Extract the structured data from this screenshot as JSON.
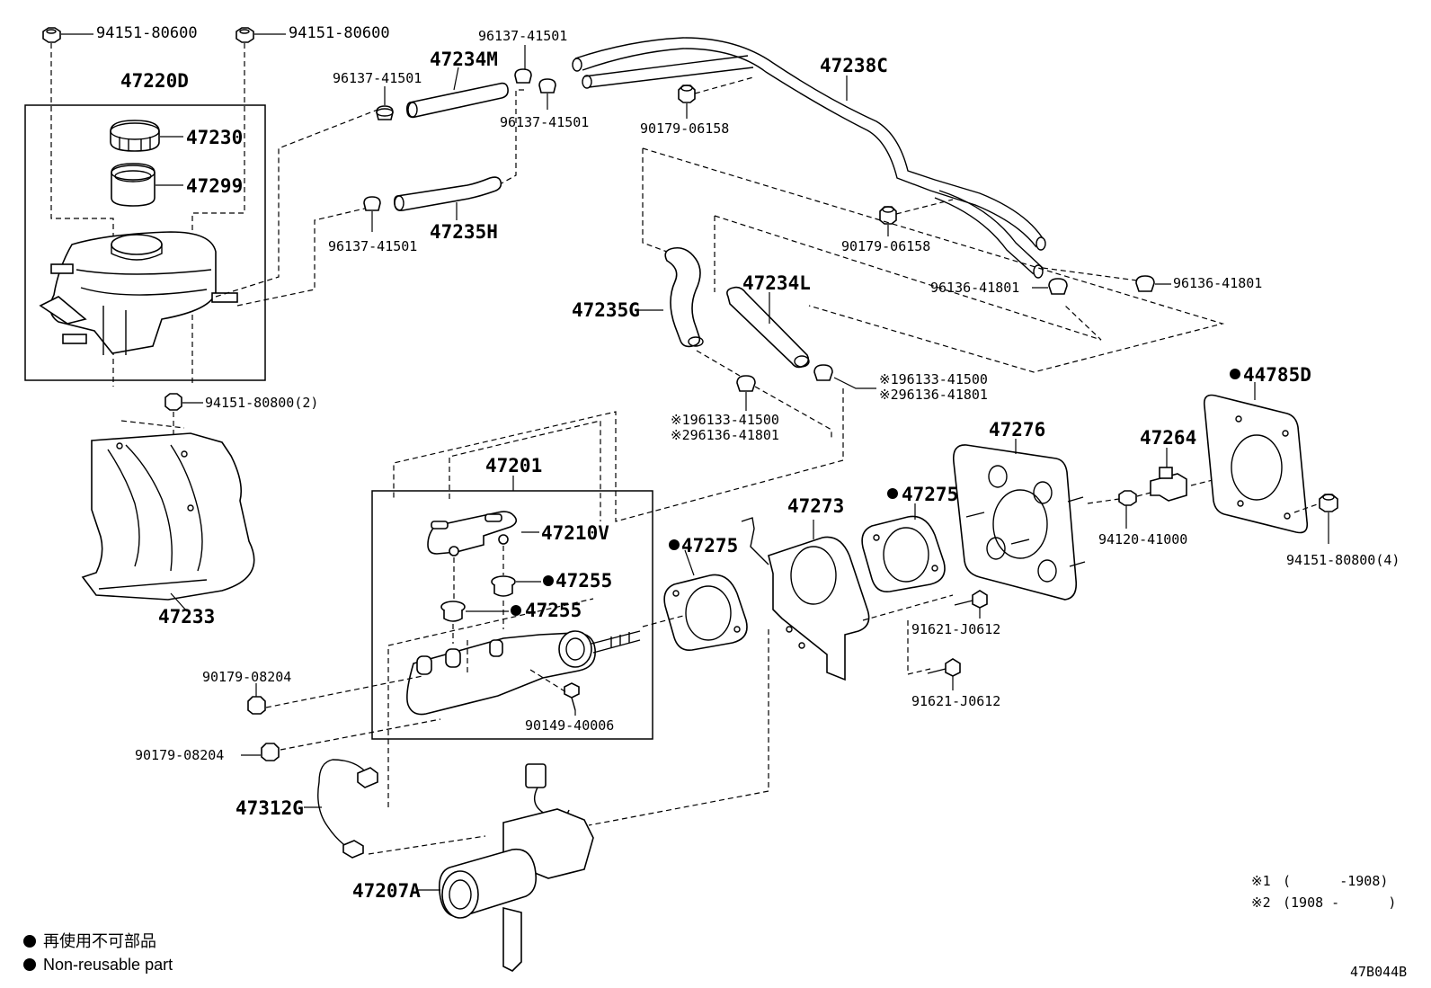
{
  "diagram_code": "47B044B",
  "callouts": {
    "nut_94151_80600_a": "94151-80600",
    "nut_94151_80600_b": "94151-80600",
    "reservoir_assy": "47220D",
    "reservoir_cap": "47230",
    "strainer": "47299",
    "clip_96137_a": "96137-41501",
    "hose_47234M": "47234M",
    "clip_96137_b": "96137-41501",
    "clip_96137_c": "96137-41501",
    "clip_96137_d": "96137-41501",
    "hose_47235H": "47235H",
    "tube_47238C": "47238C",
    "grommet_90179_06158_a": "90179-06158",
    "grommet_90179_06158_b": "90179-06158",
    "clip_96136_41801_a": "96136-41801",
    "clip_96136_41801_b": "96136-41801",
    "hose_47235G": "47235G",
    "hose_47234L": "47234L",
    "clip_variant_a_1": "※196133-41500",
    "clip_variant_a_2": "※296136-41801",
    "clip_variant_b_1": "※196133-41500",
    "clip_variant_b_2": "※296136-41801",
    "nut_94151_80800_2": "94151-80800(2)",
    "protector_47233": "47233",
    "master_cyl_assy": "47201",
    "body_47210V": "47210V",
    "grommet_47255_a": "47255",
    "grommet_47255_b": "47255",
    "grommet_90179_08204_a": "90179-08204",
    "grommet_90179_08204_b": "90179-08204",
    "screw_90149": "90149-40006",
    "gasket_47275_a": "47275",
    "bracket_47273": "47273",
    "gasket_47275_b": "47275",
    "plate_47276": "47276",
    "bracket_47264": "47264",
    "gasket_44785D": "44785D",
    "nut_94120": "94120-41000",
    "nut_94151_80800_4": "94151-80800(4)",
    "bolt_91621_a": "91621-J0612",
    "bolt_91621_b": "91621-J0612",
    "sensor_47312G": "47312G",
    "simulator_47207A": "47207A"
  },
  "notes": {
    "note1_mark": "※1",
    "note1_range": "(      -1908)",
    "note2_mark": "※2",
    "note2_range": "(1908 -      )"
  },
  "legend": {
    "jp": "再使用不可部品",
    "en": "Non-reusable part"
  }
}
